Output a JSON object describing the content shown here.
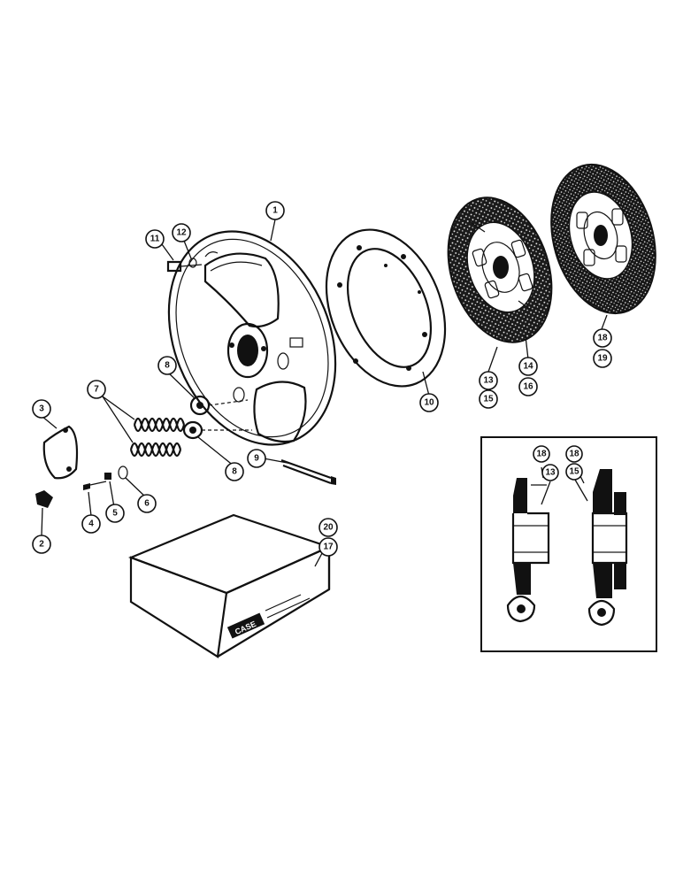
{
  "callouts": {
    "c1": "1",
    "c2": "2",
    "c3": "3",
    "c4": "4",
    "c5": "5",
    "c6": "6",
    "c7": "7",
    "c8a": "8",
    "c8b": "8",
    "c9": "9",
    "c10": "10",
    "c11": "11",
    "c12": "12",
    "c13": "13",
    "c15": "15",
    "c14": "14",
    "c16": "16",
    "c18": "18",
    "c19": "19",
    "c20": "20",
    "c17": "17",
    "inset_18a": "18",
    "inset_13": "13",
    "inset_18b": "18",
    "inset_15": "15"
  },
  "box_label": "CASE"
}
